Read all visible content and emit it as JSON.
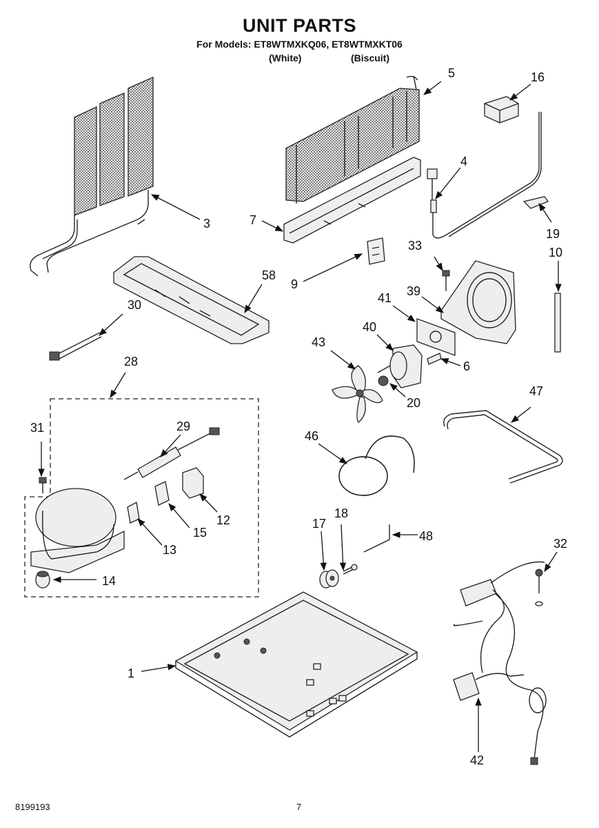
{
  "header": {
    "title": "UNIT PARTS",
    "models_line": "For Models: ET8WTMXKQ06, ET8WTMXKT06",
    "color_white": "(White)",
    "color_biscuit": "(Biscuit)"
  },
  "footer": {
    "document_number": "8199193",
    "page_number": "7"
  },
  "callouts": {
    "c1": "1",
    "c3": "3",
    "c4": "4",
    "c5": "5",
    "c6": "6",
    "c7": "7",
    "c9": "9",
    "c10": "10",
    "c12": "12",
    "c13": "13",
    "c14": "14",
    "c15": "15",
    "c16": "16",
    "c17": "17",
    "c18": "18",
    "c19": "19",
    "c20": "20",
    "c28": "28",
    "c29": "29",
    "c30": "30",
    "c31": "31",
    "c32": "32",
    "c33": "33",
    "c39": "39",
    "c40": "40",
    "c41": "41",
    "c42": "42",
    "c43": "43",
    "c46": "46",
    "c47": "47",
    "c48": "48",
    "c58": "58"
  }
}
